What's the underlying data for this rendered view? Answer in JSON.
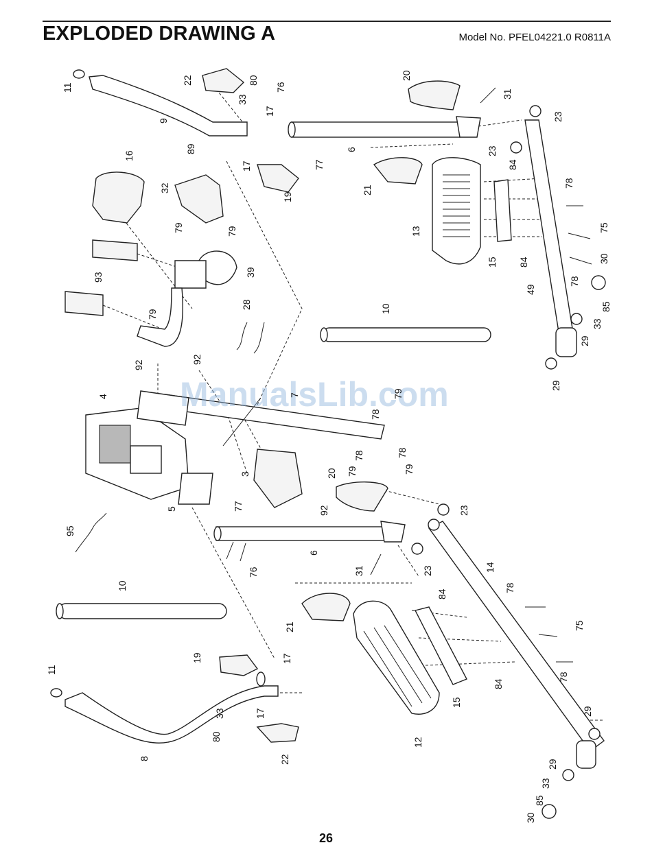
{
  "header": {
    "title": "EXPLODED DRAWING A",
    "model": "Model No. PFEL04221.0 R0811A"
  },
  "footer": {
    "page_number": "26"
  },
  "watermark": "ManualsLib.com",
  "labels": {
    "l11a": "11",
    "l9": "9",
    "l22a": "22",
    "l80a": "80",
    "l33a": "33",
    "l76a": "76",
    "l17a": "17",
    "l6a": "6",
    "l77a": "77",
    "l20a": "20",
    "l31a": "31",
    "l23a": "23",
    "l23b": "23",
    "l84a": "84",
    "l21a": "21",
    "l13": "13",
    "l78a": "78",
    "l75a": "75",
    "l15a": "15",
    "l84b": "84",
    "l78b": "78",
    "l30a": "30",
    "l49": "49",
    "l85a": "85",
    "l33b": "33",
    "l29a": "29",
    "l29b": "29",
    "l89": "89",
    "l17b": "17",
    "l16": "16",
    "l32": "32",
    "l19a": "19",
    "l79a": "79",
    "l79b": "79",
    "l39": "39",
    "l93": "93",
    "l28": "28",
    "l10a": "10",
    "l79c": "79",
    "l92a": "92",
    "l92b": "92",
    "l4": "4",
    "l7": "7",
    "l79d": "79",
    "l78c": "78",
    "l78d": "78",
    "l78e": "78",
    "l79e": "79",
    "l79f": "79",
    "l3": "3",
    "l20b": "20",
    "l5": "5",
    "l77b": "77",
    "l92c": "92",
    "l95": "95",
    "l6b": "6",
    "l23c": "23",
    "l76b": "76",
    "l23d": "23",
    "l14": "14",
    "l31b": "31",
    "l10b": "10",
    "l84c": "84",
    "l21b": "21",
    "l78f": "78",
    "l75b": "75",
    "l84d": "84",
    "l78g": "78",
    "l15b": "15",
    "l19b": "19",
    "l17c": "17",
    "l11b": "11",
    "l33c": "33",
    "l17d": "17",
    "l80b": "80",
    "l22b": "22",
    "l12": "12",
    "l29c": "29",
    "l8": "8",
    "l29d": "29",
    "l33d": "33",
    "l85b": "85",
    "l30b": "30"
  }
}
